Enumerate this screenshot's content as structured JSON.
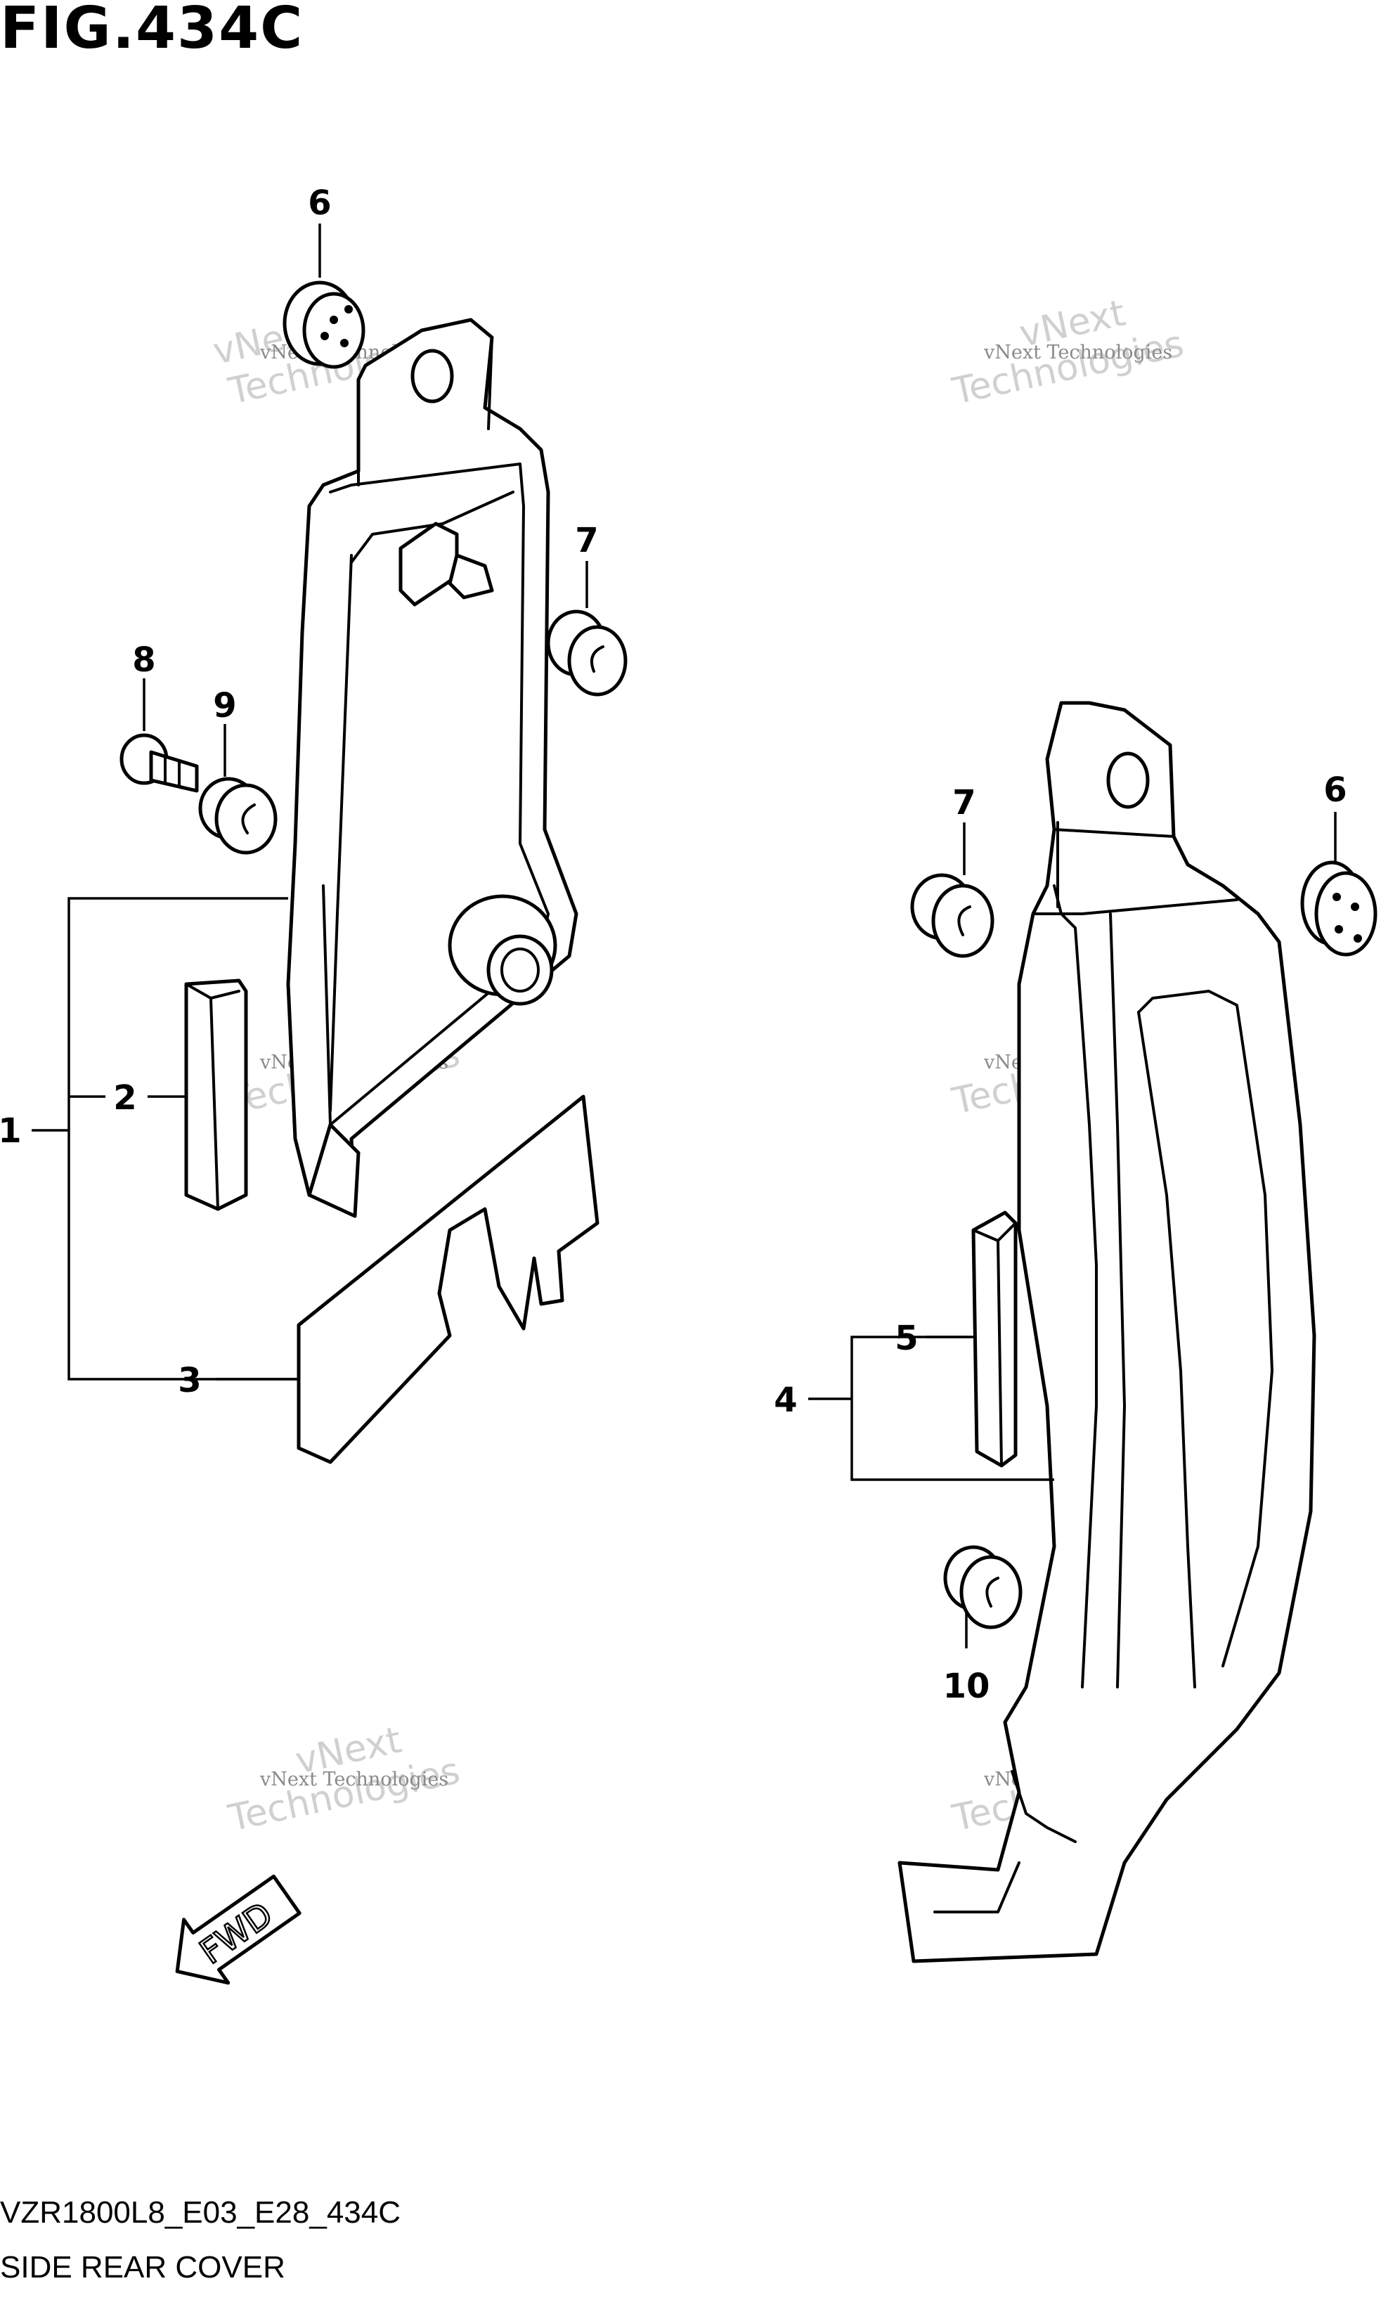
{
  "figure": {
    "title": "FIG.434C",
    "drawing_code": "VZR1800L8_E03_E28_434C",
    "section_name": "SIDE REAR COVER"
  },
  "callouts": [
    "6",
    "7",
    "8",
    "9",
    "2",
    "1",
    "3",
    "7",
    "6",
    "5",
    "4",
    "10"
  ],
  "watermark": {
    "small": "vNext Technologies",
    "big_top": "vNext",
    "big_bottom": "Technologies"
  },
  "direction_arrow": {
    "label": "FWD"
  }
}
